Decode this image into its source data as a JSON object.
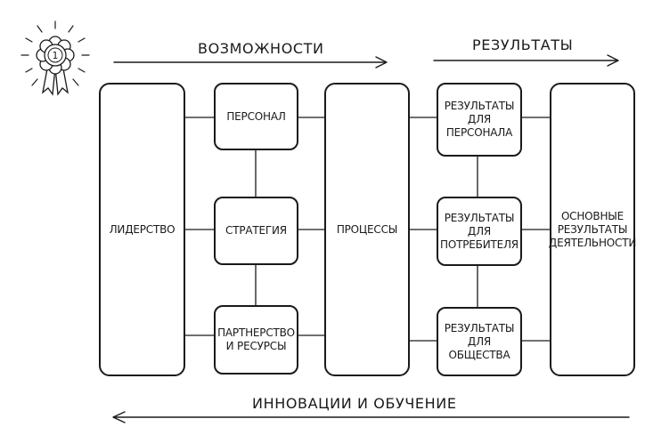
{
  "headings": {
    "capabilities": "ВОЗМОЖНОСТИ",
    "results": "РЕЗУЛЬТАТЫ",
    "innovation": "ИННОВАЦИИ И ОБУЧЕНИЕ"
  },
  "badge": {
    "number": "1",
    "icon": "award-rosette-icon"
  },
  "boxes": {
    "leadership": "ЛИДЕРСТВО",
    "personnel": "ПЕРСОНАЛ",
    "strategy": "СТРАТЕГИЯ",
    "partnership": "ПАРТНЕРСТВО\nИ РЕСУРСЫ",
    "processes": "ПРОЦЕССЫ",
    "results_personnel": "РЕЗУЛЬТАТЫ\nДЛЯ\nПЕРСОНАЛА",
    "results_customer": "РЕЗУЛЬТАТЫ\nДЛЯ\nПОТРЕБИТЕЛЯ",
    "results_society": "РЕЗУЛЬТАТЫ\nДЛЯ\nОБЩЕСТВА",
    "key_results": "ОСНОВНЫЕ\nРЕЗУЛЬТАТЫ\nДЕЯТЕЛЬНОСТИ"
  },
  "colors": {
    "ink": "#1a1a1a",
    "background": "#ffffff"
  }
}
